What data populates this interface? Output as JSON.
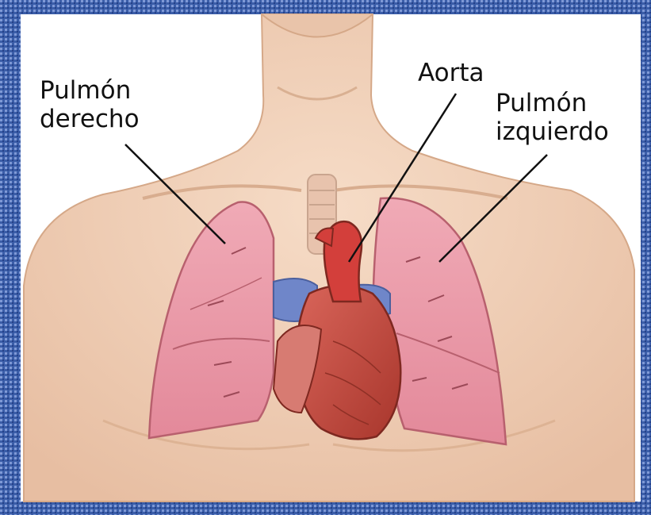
{
  "labels": {
    "right_lung": {
      "line1": "Pulmón",
      "line2": "derecho"
    },
    "aorta": "Aorta",
    "left_lung": {
      "line1": "Pulmón",
      "line2": "izquierdo"
    }
  },
  "colors": {
    "frame_border": "#3a5da8",
    "panel_background": "#ffffff",
    "skin": "#f2d3bc",
    "lung": "#e99aa8",
    "heart": "#c24a3e",
    "vein": "#6f86c9",
    "leader_line": "#111111"
  }
}
